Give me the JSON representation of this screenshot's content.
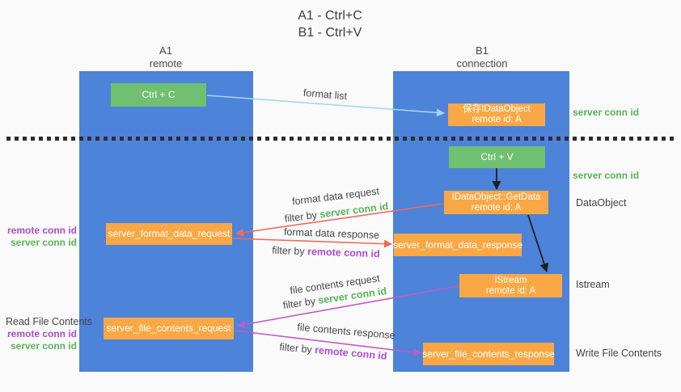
{
  "title": {
    "line1": "A1 - Ctrl+C",
    "line2": "B1 - Ctrl+V"
  },
  "lanes": {
    "left": {
      "name": "A1",
      "role": "remote"
    },
    "right": {
      "name": "B1",
      "role": "connection"
    }
  },
  "nodes": {
    "ctrl_c": {
      "label": "Ctrl + C"
    },
    "ctrl_v": {
      "label": "Ctrl + V"
    },
    "save_dataobject": {
      "line1": "保存IDataObject",
      "line2": "remote id: A"
    },
    "getdata": {
      "line1": "IDataObject::GetData",
      "line2": "remote id: A"
    },
    "istream": {
      "line1": "IStream",
      "line2": "remote id: A"
    },
    "server_format_data_request": {
      "label": "server_format_data_request"
    },
    "server_format_data_response": {
      "label": "server_format_data_response"
    },
    "server_file_contents_request": {
      "label": "server_file_contents_request"
    },
    "server_file_contents_response": {
      "label": "server_file_contents_response"
    }
  },
  "edge_labels": {
    "format_list": "format list",
    "format_data_request": "format data request",
    "format_data_response": "format data response",
    "file_contents_request": "file contents request",
    "file_contents_response": "file contents response",
    "filter_by": "filter by",
    "server_conn_id": "server conn id",
    "remote_conn_id": "remote conn id"
  },
  "side_labels": {
    "remote_conn_id": "remote conn id",
    "server_conn_id": "server conn id",
    "read_file_contents": "Read File Contents",
    "write_file_contents": "Write File Contents",
    "dataobject": "DataObject",
    "istream": "Istream"
  },
  "colors": {
    "lane_blue": "#4d83d8",
    "node_green": "#71bf71",
    "node_orange": "#f9a845",
    "conn_id_green": "#56b456",
    "conn_id_purple": "#ab4cd1",
    "arrow_lightblue": "#a5d5f2",
    "arrow_red": "#ee6a60",
    "arrow_magenta": "#c05ac8",
    "arrow_black": "#1f1f1f",
    "background": "#fafafa"
  }
}
